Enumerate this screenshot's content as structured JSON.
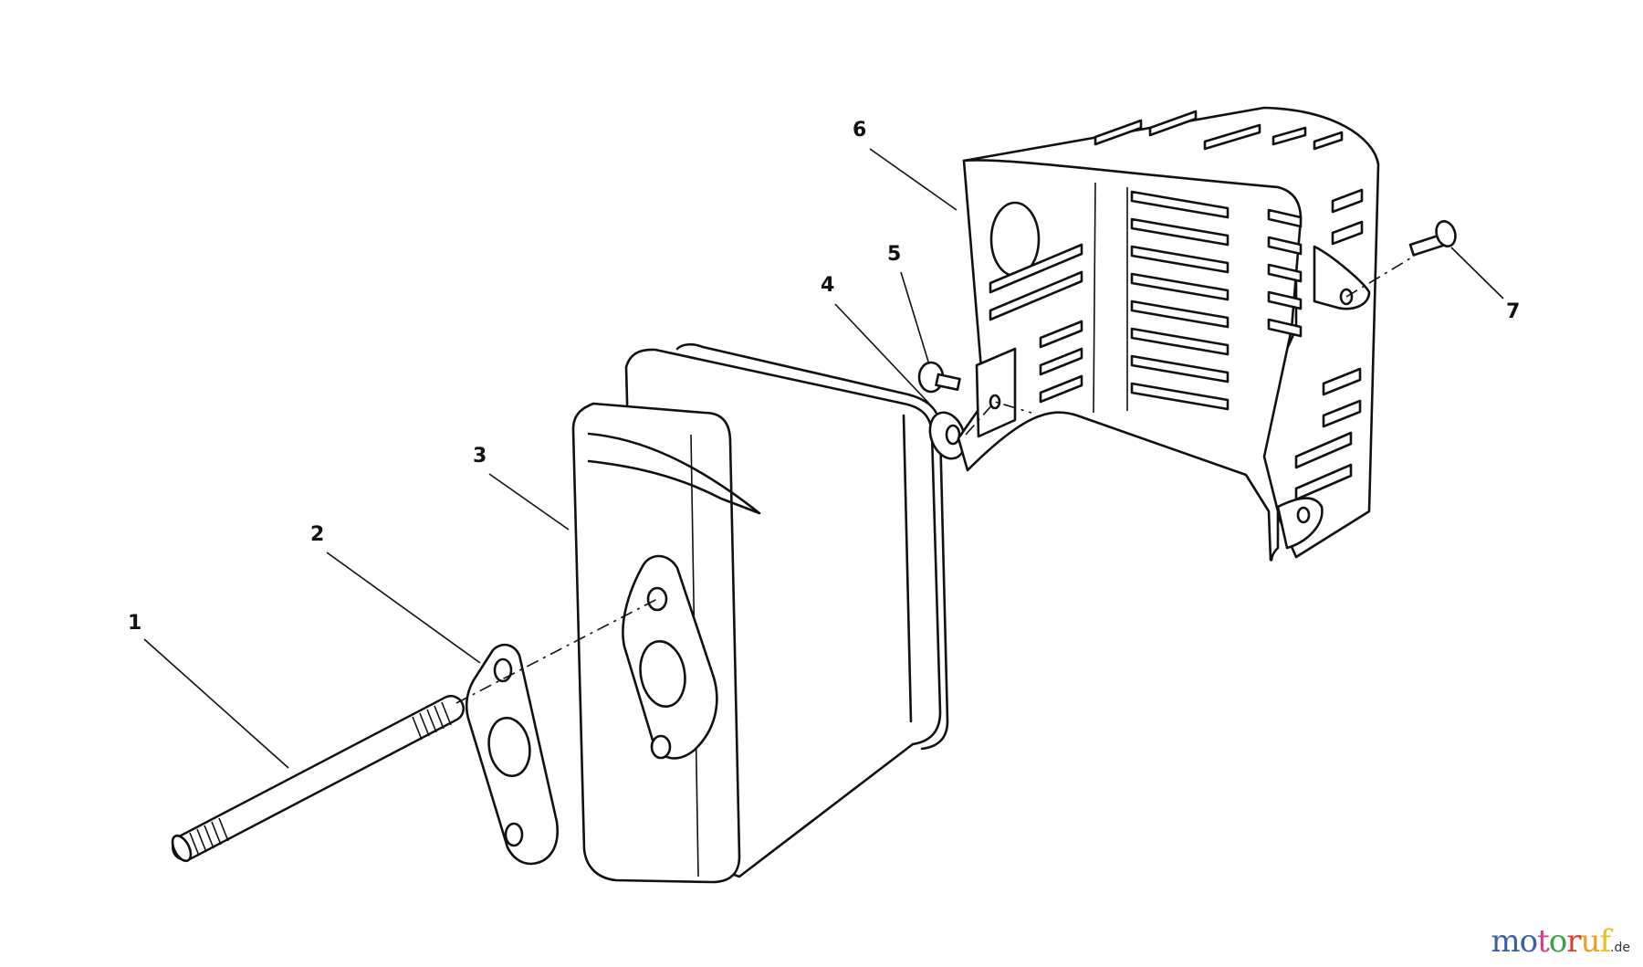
{
  "diagram": {
    "callouts": [
      {
        "id": "1",
        "part": "stud"
      },
      {
        "id": "2",
        "part": "gasket"
      },
      {
        "id": "3",
        "part": "muffler"
      },
      {
        "id": "4",
        "part": "washer"
      },
      {
        "id": "5",
        "part": "screw"
      },
      {
        "id": "6",
        "part": "heat-shield"
      },
      {
        "id": "7",
        "part": "screw"
      }
    ]
  },
  "watermark": {
    "letters": [
      "m",
      "o",
      "t",
      "o",
      "r",
      "u",
      "f"
    ],
    "letter_colors": [
      "#3a5fa8",
      "#3a5fa8",
      "#d63a8a",
      "#3aa04a",
      "#d9402a",
      "#e8a020",
      "#e8c020"
    ],
    "tld": ".de"
  }
}
